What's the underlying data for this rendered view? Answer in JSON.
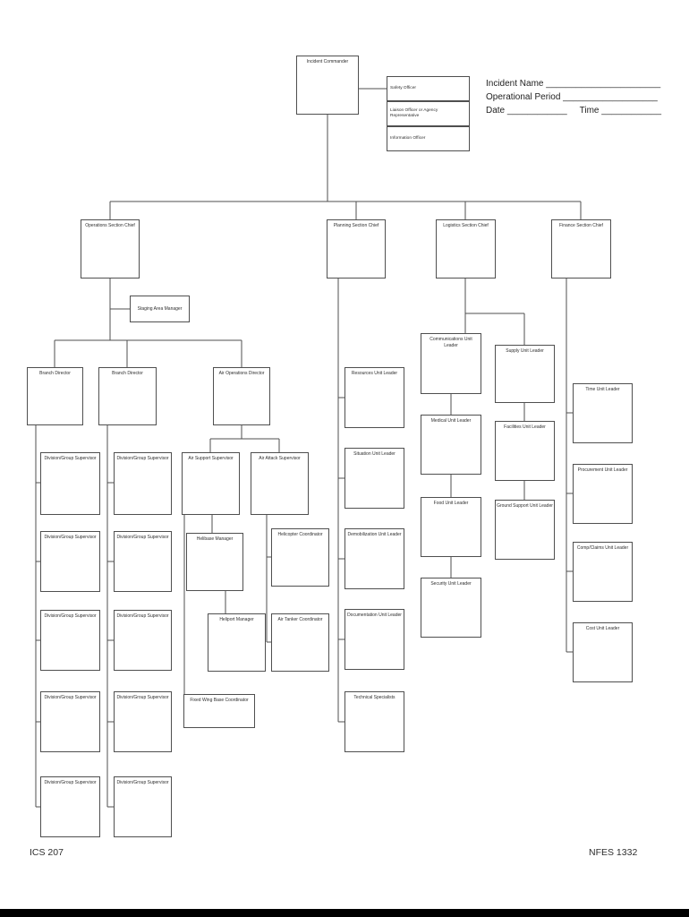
{
  "form": {
    "header": {
      "incident_name": "Incident Name _______________________",
      "operational_period": "Operational Period ___________________",
      "date": "Date ____________",
      "time": "Time ____________"
    },
    "footer": {
      "form_number": "ICS 207",
      "nfes_number": "NFES 1332"
    }
  },
  "nodes": {
    "incident_commander": "Incident Commander",
    "safety_officer": "Safety Officer",
    "liaison_officer": "Liaison Officer or Agency Representative",
    "information_officer": "Information Officer",
    "operations_chief": "Operations Section Chief",
    "planning_chief": "Planning Section Chief",
    "logistics_chief": "Logistics Section Chief",
    "finance_chief": "Finance Section Chief",
    "staging_area_manager": "Staging Area Manager",
    "branch_director": "Branch  Director",
    "air_operations_director": "Air Operations Director",
    "division_group_supervisor": "Division/Group Supervisor",
    "air_support_supervisor": "Air Support Supervisor",
    "air_attack_supervisor": "Air Attack Supervisor",
    "helibase_manager": "Helibase Manager",
    "heliport_manager": "Heliport Manager",
    "fixed_wing_base_coordinator": "Fixed Wing Base Coordinator",
    "helicopter_coordinator": "Helicopter Coordinator",
    "air_tanker_coordinator": "Air Tanker Coordinator",
    "resources_unit": "Resources Unit Leader",
    "situation_unit": "Situation Unit Leader",
    "demobilization_unit": "Demobilization Unit Leader",
    "documentation_unit": "Documentation Unit Leader",
    "technical_specialists": "Technical Specialists",
    "communications_unit": "Communications Unit Leader",
    "medical_unit": "Medical Unit Leader",
    "food_unit": "Food Unit Leader",
    "security_unit": "Security Unit Leader",
    "supply_unit": "Supply Unit Leader",
    "facilities_unit": "Facilities Unit Leader",
    "ground_support_unit": "Ground Support Unit Leader",
    "time_unit": "Time Unit Leader",
    "procurement_unit": "Procurement Unit Leader",
    "comp_claims_unit": "Comp/Claims Unit Leader",
    "cost_unit": "Cost Unit Leader"
  }
}
